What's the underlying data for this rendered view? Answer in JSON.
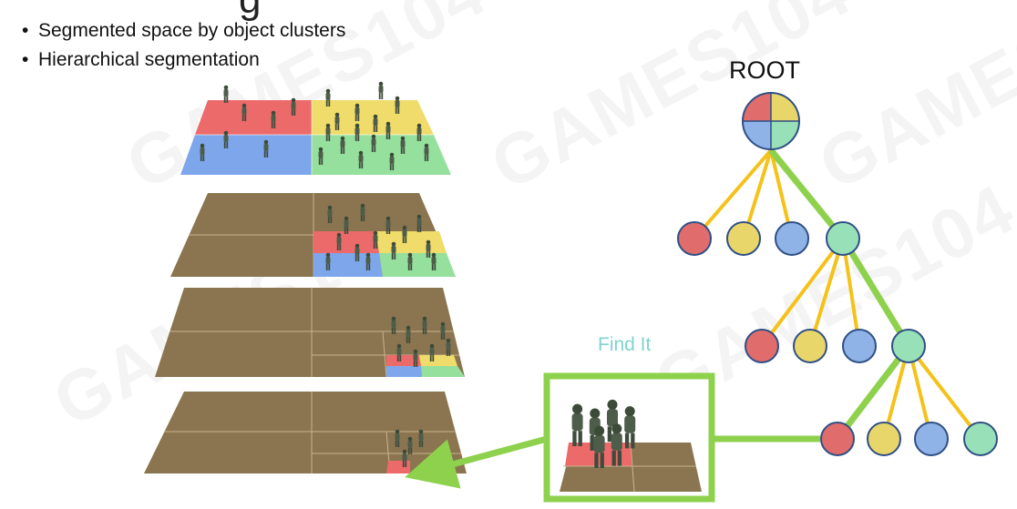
{
  "slide": {
    "title_fragment": "g",
    "bullets": [
      "Segmented space by object clusters",
      "Hierarchical segmentation"
    ],
    "root_label": "ROOT",
    "find_label": "Find It",
    "watermark": "GAMES104"
  },
  "tree": {
    "root_quadrant_colors": [
      "#e06c6c",
      "#e8d66a",
      "#8fb3e6",
      "#98e0b8"
    ],
    "node_colors": {
      "red": "#e06c6c",
      "yellow": "#e8d66a",
      "blue": "#8fb3e6",
      "green": "#98e0b8"
    },
    "edge_color_normal": "#f4c21a",
    "edge_color_path": "#8ed14d",
    "node_stroke": "#2f4f86"
  },
  "layers": {
    "ground_color": "#8a7550",
    "quad_colors": {
      "red": "#ec6a6a",
      "yellow": "#f0dc6a",
      "blue": "#7ea6ea",
      "green": "#96e09e"
    },
    "arrow_color": "#8ed14d"
  }
}
